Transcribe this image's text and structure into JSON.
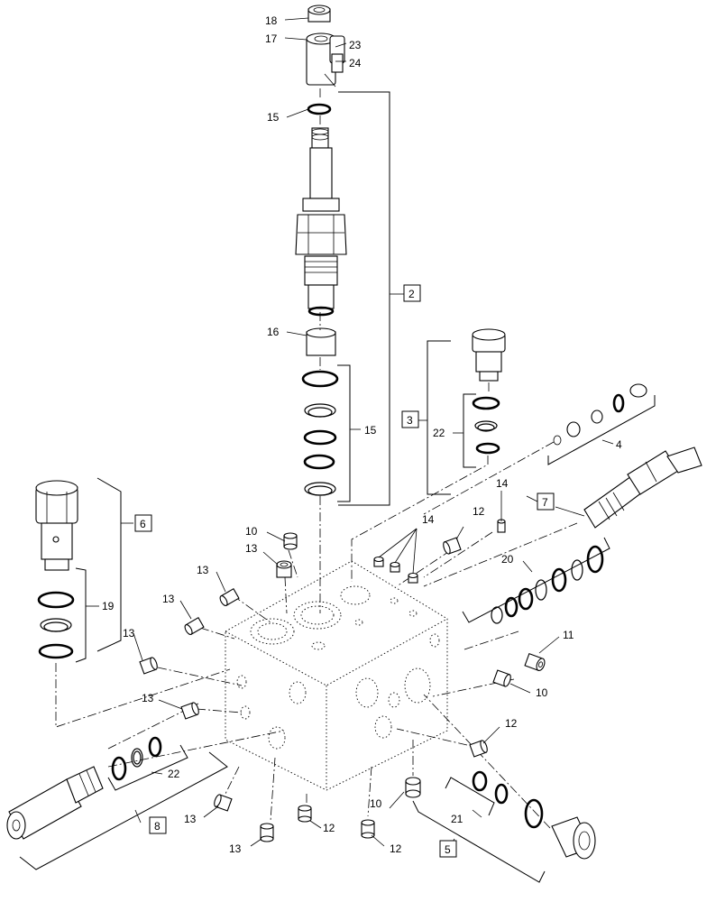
{
  "callouts": {
    "c18": "18",
    "c17": "17",
    "c23": "23",
    "c24": "24",
    "c15a": "15",
    "c16": "16",
    "c15b": "15",
    "c22a": "22",
    "c4": "4",
    "c14a": "14",
    "c14b": "14",
    "c12a": "12",
    "c10a": "10",
    "c13a": "13",
    "c13b": "13",
    "c13c": "13",
    "c13d": "13",
    "c13e": "13",
    "c19": "19",
    "c20": "20",
    "c11": "11",
    "c10b": "10",
    "c12b": "12",
    "c22b": "22",
    "c13f": "13",
    "c13g": "13",
    "c12c": "12",
    "c10c": "10",
    "c12d": "12",
    "c21": "21"
  },
  "boxed": {
    "b2": "2",
    "b3": "3",
    "b6": "6",
    "b7": "7",
    "b8": "8",
    "b5": "5"
  }
}
